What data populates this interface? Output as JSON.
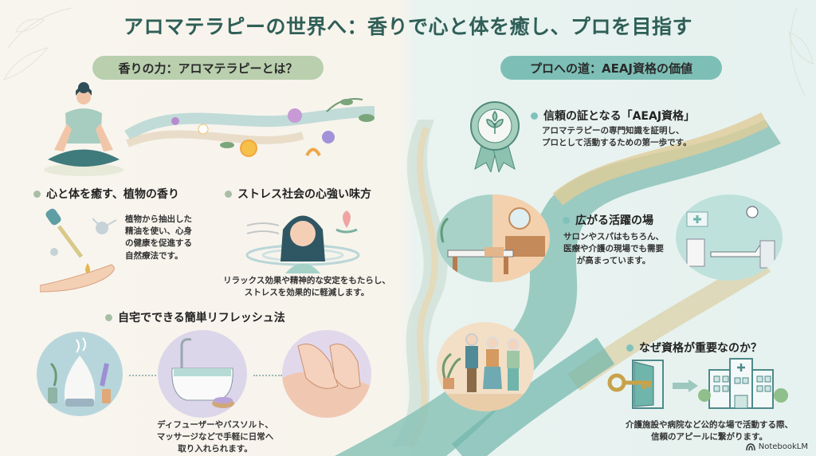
{
  "title": "アロマテラピーの世界へ：香りで心と体を癒し、プロを目指す",
  "left_section": {
    "pill_label": "香りの力：アロマテラピーとは？",
    "items": [
      {
        "heading": "心と体を癒す、植物の香り",
        "text_lines": [
          "植物から抽出した",
          "精油を使い、心身",
          "の健康を促進する",
          "自然療法です。"
        ]
      },
      {
        "heading": "ストレス社会の心強い味方",
        "text_lines": [
          "リラックス効果や精神的な安定をもたらし、",
          "ストレスを効果的に軽減します。"
        ]
      },
      {
        "heading": "自宅でできる簡単リフレッシュ法",
        "text_lines": [
          "ディフューザーやバスソルト、",
          "マッサージなどで手軽に日常へ",
          "取り入れられます。"
        ]
      }
    ]
  },
  "right_section": {
    "pill_label": "プロへの道：AEAJ資格の価値",
    "items": [
      {
        "heading": "信頼の証となる「AEAJ資格」",
        "text_lines": [
          "アロマテラピーの専門知識を証明し、",
          "プロとして活動するための第一歩です。"
        ]
      },
      {
        "heading": "広がる活躍の場",
        "text_lines": [
          "サロンやスパはもちろん、",
          "医療や介護の現場でも需要",
          "が高まっています。"
        ]
      },
      {
        "heading": "なぜ資格が重要なのか？",
        "text_lines": [
          "介護施設や病院など公的な場で活動する際、",
          "信頼のアピールに繋がります。"
        ]
      }
    ]
  },
  "branding": {
    "label": "NotebookLM"
  },
  "colors": {
    "title": "#2f5f57",
    "pill_left": "#b9cfae",
    "pill_right": "#7dbfb6",
    "road_teal": "#6fb5ab",
    "road_gold": "#d7bf86"
  }
}
